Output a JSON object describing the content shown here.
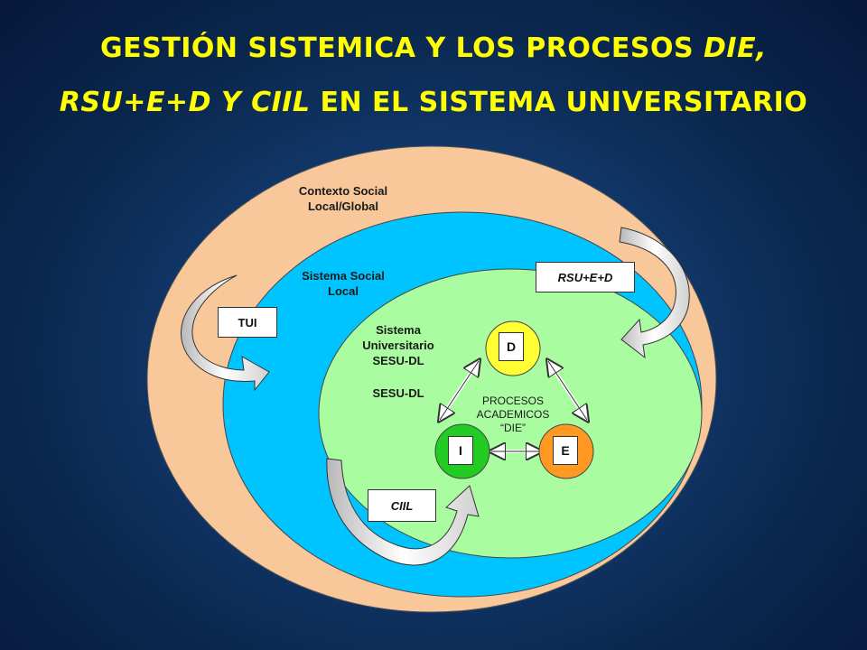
{
  "title": {
    "line1_a": "GESTIÓN SISTEMICA  Y LOS PROCESOS ",
    "line1_b": "DIE,",
    "line2_a": "RSU+E+D Y CIIL",
    "line2_b": " EN EL SISTEMA UNIVERSITARIO"
  },
  "rings": {
    "outer": {
      "line1": "Contexto Social",
      "line2": "Local/Global",
      "color": "#f9c89a"
    },
    "middle": {
      "line1": "Sistema Social",
      "line2": "Local",
      "color": "#00c4ff"
    },
    "inner": {
      "line1": "Sistema",
      "line2": "Universitario",
      "line3": "SESU-DL",
      "line4": "SESU-DL",
      "color": "#a9fca0"
    }
  },
  "flows": {
    "tui": "TUI",
    "rsu": "RSU+E+D",
    "ciil": "CIIL"
  },
  "processes": {
    "label1": "PROCESOS",
    "label2": "ACADEMICOS",
    "label3": "“DIE”",
    "d": {
      "letter": "D",
      "color": "#ffff33"
    },
    "i": {
      "letter": "I",
      "color": "#22cc22"
    },
    "e": {
      "letter": "E",
      "color": "#ff9922"
    }
  }
}
